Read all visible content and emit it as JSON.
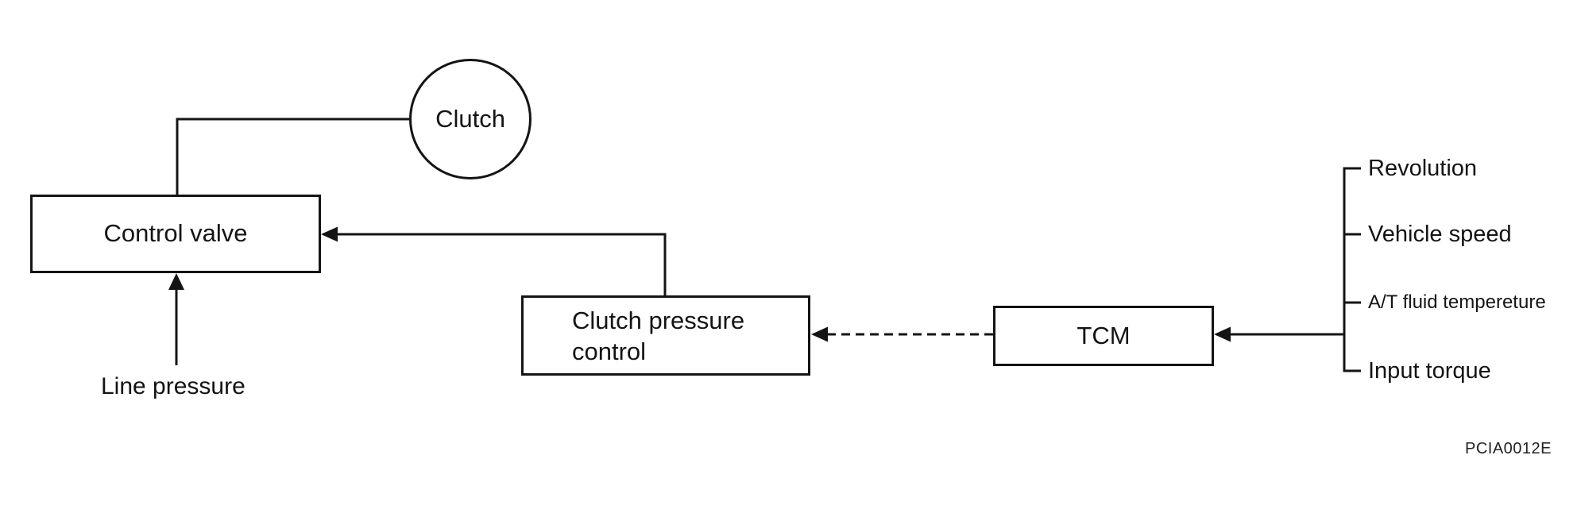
{
  "figure_code": "PCIA0012E",
  "nodes": {
    "clutch": {
      "label": "Clutch",
      "shape": "circle"
    },
    "control_valve": {
      "label": "Control valve",
      "shape": "rect"
    },
    "clutch_pressure_control": {
      "label": "Clutch pressure control",
      "shape": "rect"
    },
    "tcm": {
      "label": "TCM",
      "shape": "rect"
    }
  },
  "annotations": {
    "line_pressure": "Line pressure"
  },
  "tcm_inputs": [
    {
      "label": "Revolution"
    },
    {
      "label": "Vehicle speed"
    },
    {
      "label": "A/T fluid tempereture"
    },
    {
      "label": "Input torque"
    }
  ],
  "edges": [
    {
      "from": "clutch",
      "to": "control_valve",
      "style": "solid",
      "arrowhead": "none"
    },
    {
      "from": "clutch_pressure_control",
      "to": "control_valve",
      "style": "solid",
      "arrowhead": "into control_valve"
    },
    {
      "from": "line_pressure",
      "to": "control_valve",
      "style": "solid",
      "arrowhead": "into control_valve"
    },
    {
      "from": "tcm",
      "to": "clutch_pressure_control",
      "style": "dashed",
      "arrowhead": "into clutch_pressure_control"
    },
    {
      "from": "tcm_inputs",
      "to": "tcm",
      "style": "solid",
      "arrowhead": "into tcm"
    }
  ],
  "colors": {
    "line": "#141414",
    "text": "#141414",
    "background": "#ffffff"
  }
}
